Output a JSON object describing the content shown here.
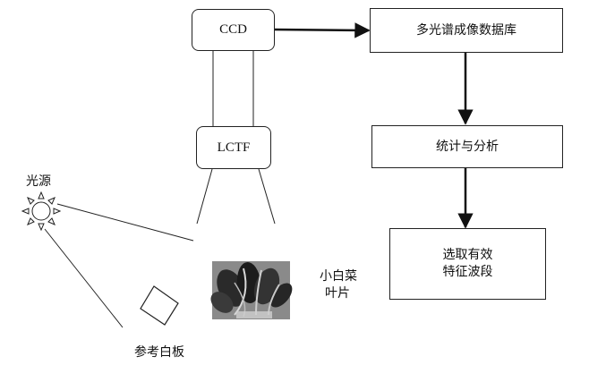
{
  "nodes": {
    "ccd": "CCD",
    "lctf": "LCTF",
    "database": "多光谱成像数据库",
    "analysis": "统计与分析",
    "band_line1": "选取有效",
    "band_line2": "特征波段"
  },
  "labels": {
    "light_source": "光源",
    "leaf_line1": "小白菜",
    "leaf_line2": "叶片",
    "white_board": "参考白板"
  },
  "icons": {
    "light_source": "sun-icon",
    "white_board": "square-outline-icon",
    "sample": "leaf-photo-icon"
  },
  "colors": {
    "line": "#222222",
    "background": "#ffffff",
    "photo_bg": "#8a8a8a"
  }
}
